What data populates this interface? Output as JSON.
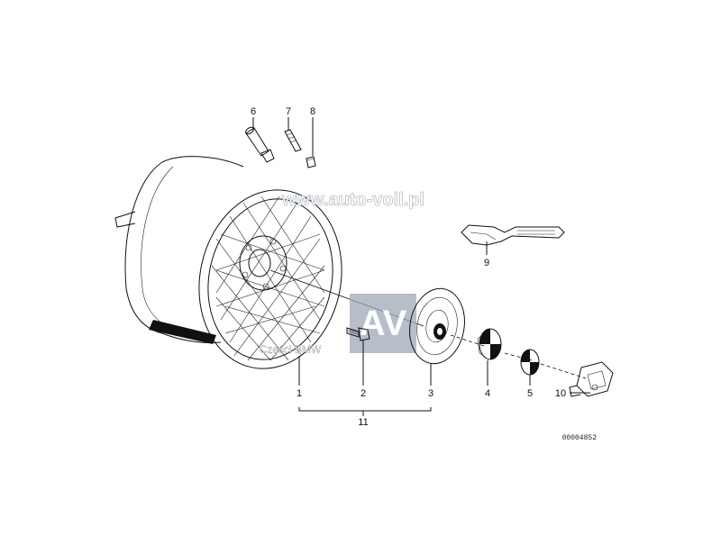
{
  "parts": [
    {
      "id": "1",
      "label": "1"
    },
    {
      "id": "2",
      "label": "2"
    },
    {
      "id": "3",
      "label": "3"
    },
    {
      "id": "4",
      "label": "4"
    },
    {
      "id": "5",
      "label": "5"
    },
    {
      "id": "6",
      "label": "6"
    },
    {
      "id": "7",
      "label": "7"
    },
    {
      "id": "8",
      "label": "8"
    },
    {
      "id": "9",
      "label": "9"
    },
    {
      "id": "10",
      "label": "10"
    },
    {
      "id": "11",
      "label": "11"
    }
  ],
  "reference_code": "00004852",
  "watermark": {
    "url": "www.auto-voll.pl",
    "badge": "AV",
    "subtitle": "Części BMW"
  },
  "colors": {
    "line": "#111111",
    "watermark_box": "#9ea8b8"
  }
}
